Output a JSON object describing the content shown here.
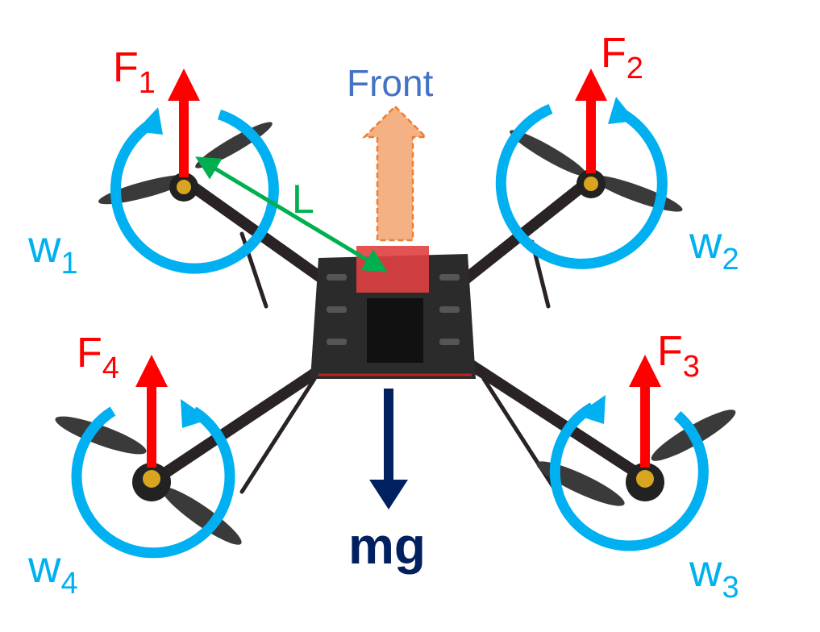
{
  "labels": {
    "front": "Front",
    "arm_length": "L",
    "weight": "mg",
    "forces": [
      {
        "base": "F",
        "sub": "1"
      },
      {
        "base": "F",
        "sub": "2"
      },
      {
        "base": "F",
        "sub": "3"
      },
      {
        "base": "F",
        "sub": "4"
      }
    ],
    "rotor_speeds": [
      {
        "base": "w",
        "sub": "1"
      },
      {
        "base": "w",
        "sub": "2"
      },
      {
        "base": "w",
        "sub": "3"
      },
      {
        "base": "w",
        "sub": "4"
      }
    ]
  },
  "colors": {
    "force": "#ff0000",
    "rotation": "#00b0f0",
    "front": "#4472c4",
    "front_arrow": "#f4b183",
    "arm_length": "#00b050",
    "weight": "#002060"
  }
}
